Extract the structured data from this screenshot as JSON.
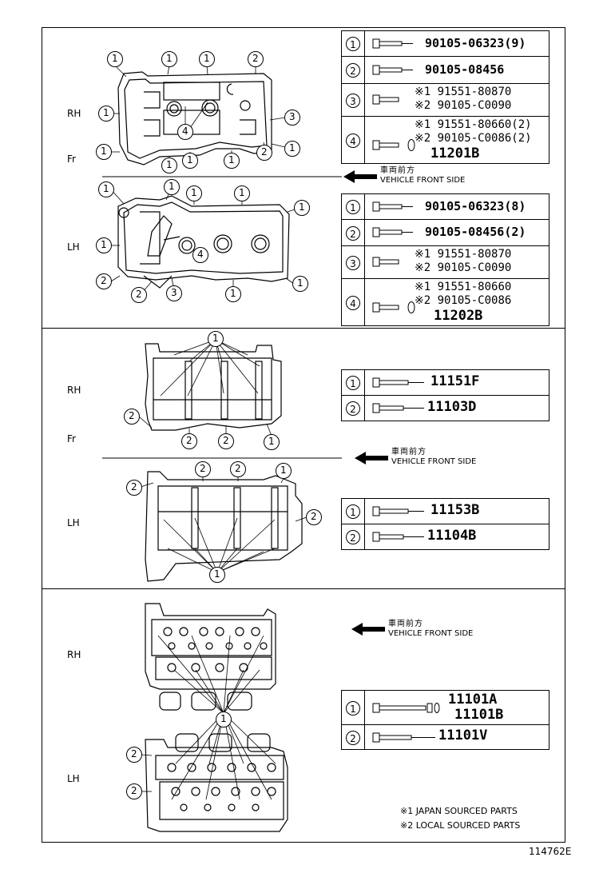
{
  "labels": {
    "rh": "RH",
    "lh": "LH",
    "fr": "Fr",
    "jp_front": "車両前方",
    "en_front": "VEHICLE FRONT SIDE"
  },
  "sections": {
    "cam_cover_rh": {
      "rows": [
        {
          "num": "1",
          "parts": [
            "90105-06323(9)"
          ]
        },
        {
          "num": "2",
          "parts": [
            "90105-08456"
          ]
        },
        {
          "num": "3",
          "parts": [
            "※1 91551-80870",
            "※2 90105-C0090"
          ]
        },
        {
          "num": "4",
          "parts": [
            "※1 91551-80660(2)",
            "※2 90105-C0086(2)",
            "11201B"
          ]
        }
      ]
    },
    "cam_cover_lh": {
      "rows": [
        {
          "num": "1",
          "parts": [
            "90105-06323(8)"
          ]
        },
        {
          "num": "2",
          "parts": [
            "90105-08456(2)"
          ]
        },
        {
          "num": "3",
          "parts": [
            "※1 91551-80870",
            "※2 90105-C0090"
          ]
        },
        {
          "num": "4",
          "parts": [
            "※1 91551-80660",
            "※2 90105-C0086",
            "11202B"
          ]
        }
      ]
    },
    "bearing_cap_rh": {
      "rows": [
        {
          "num": "1",
          "parts": [
            "11151F"
          ]
        },
        {
          "num": "2",
          "parts": [
            "11103D"
          ]
        }
      ]
    },
    "bearing_cap_lh": {
      "rows": [
        {
          "num": "1",
          "parts": [
            "11153B"
          ]
        },
        {
          "num": "2",
          "parts": [
            "11104B"
          ]
        }
      ]
    },
    "head_bolt": {
      "rows": [
        {
          "num": "1",
          "parts": [
            "11101A",
            "11101B"
          ]
        },
        {
          "num": "2",
          "parts": [
            "11101V"
          ]
        }
      ]
    }
  },
  "footnotes": {
    "note1": "※1 JAPAN SOURCED PARTS",
    "note2": "※2 LOCAL SOURCED PARTS"
  },
  "diagram_id": "114762E"
}
